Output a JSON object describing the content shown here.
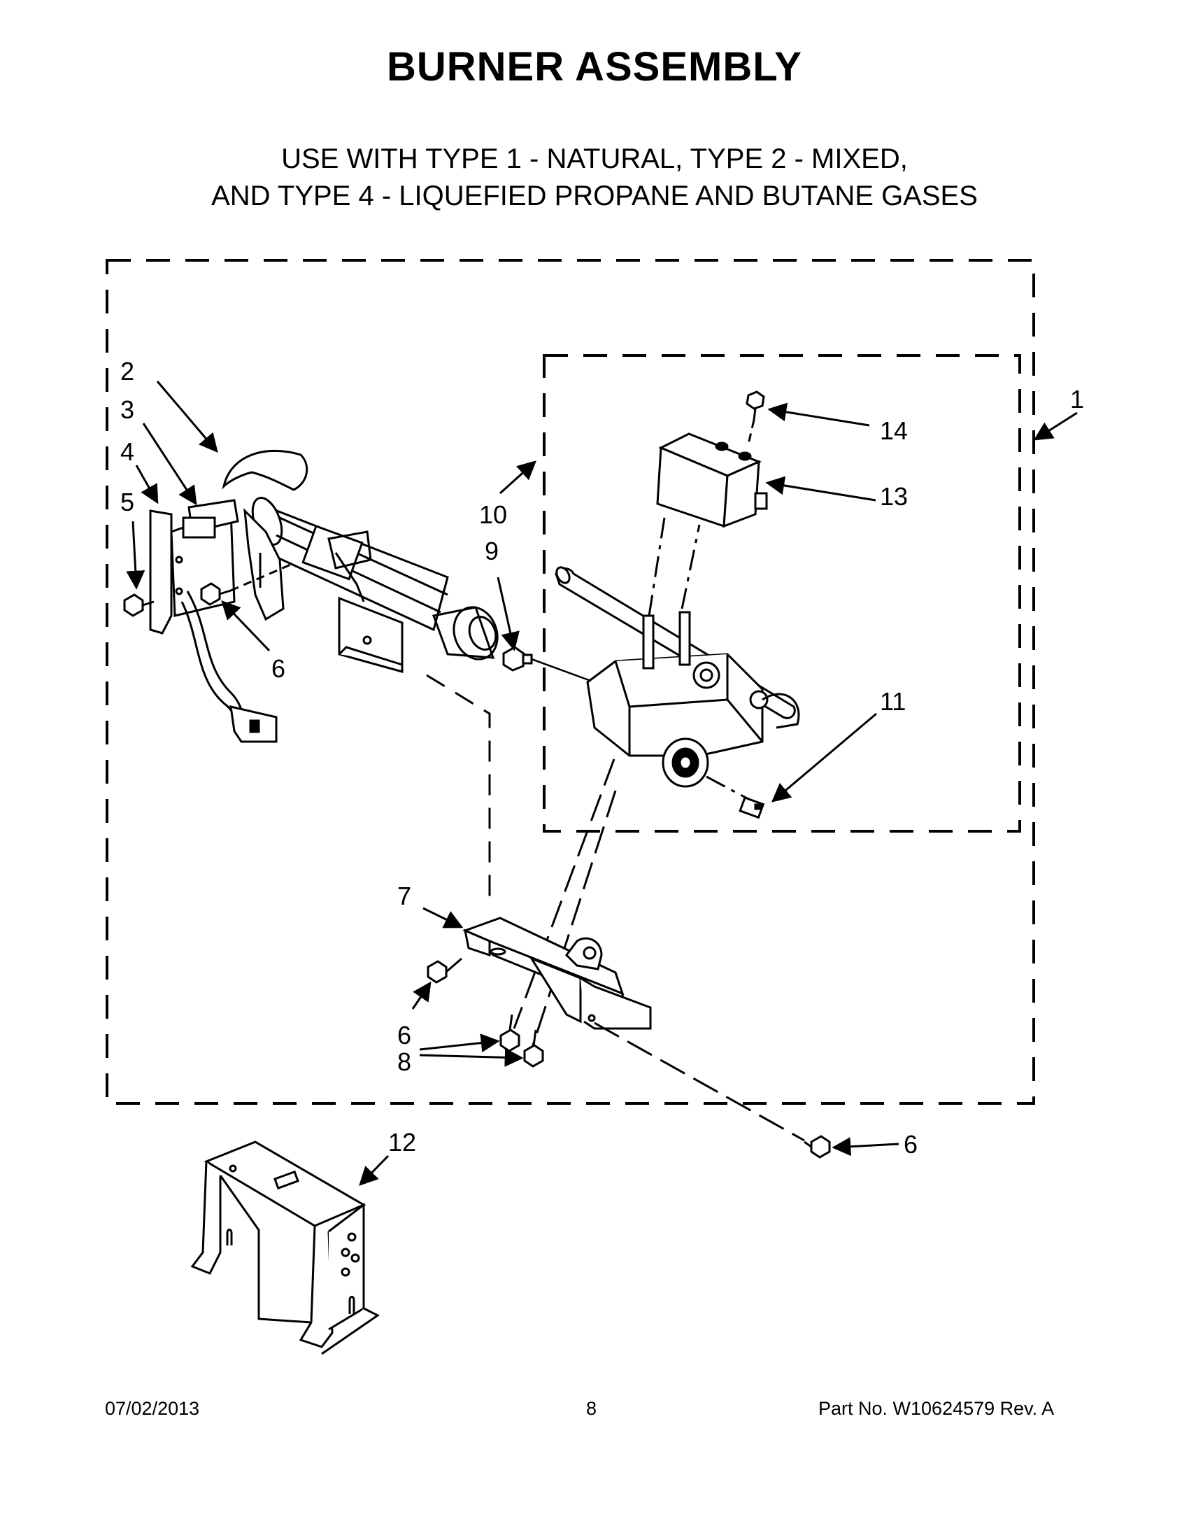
{
  "title": "BURNER ASSEMBLY",
  "subtitle_line1": "USE WITH TYPE 1 - NATURAL, TYPE 2 - MIXED,",
  "subtitle_line2": "AND TYPE 4 - LIQUEFIED PROPANE AND BUTANE GASES",
  "callouts": {
    "c1": "1",
    "c2": "2",
    "c3": "3",
    "c4": "4",
    "c5": "5",
    "c6a": "6",
    "c6b": "6",
    "c6c": "6",
    "c7": "7",
    "c8": "8",
    "c9": "9",
    "c10": "10",
    "c11": "11",
    "c12": "12",
    "c13": "13",
    "c14": "14"
  },
  "footer": {
    "date": "07/02/2013",
    "page": "8",
    "part": "Part No.  W10624579  Rev.  A"
  }
}
